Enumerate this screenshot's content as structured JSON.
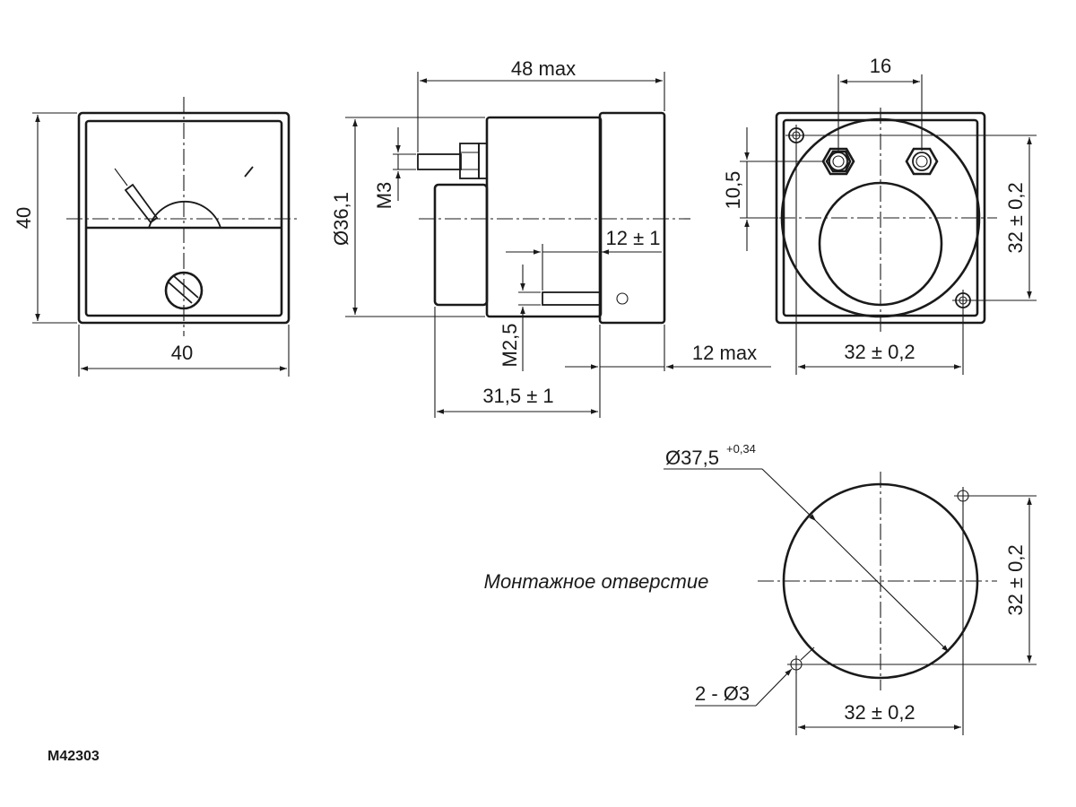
{
  "drawing": {
    "code": "M42303",
    "front_view": {
      "width_label": "40",
      "height_label": "40"
    },
    "side_view": {
      "total_length_label": "48 max",
      "diameter_label": "Ø36,1",
      "thread_m3_label": "M3",
      "thread_m25_label": "M2,5",
      "stud_length_label": "12 ± 1",
      "depth_max_label": "12 max",
      "body_length_label": "31,5 ± 1"
    },
    "rear_view": {
      "terminal_spacing_label": "16",
      "terminal_offset_label": "10,5",
      "hole_spacing_vertical_label": "32 ± 0,2",
      "hole_spacing_horizontal_label": "32 ± 0,2"
    },
    "mounting_cutout": {
      "caption": "Монтажное отверстие",
      "diameter_label": "Ø37,5",
      "diameter_tolerance": "+0,34",
      "holes_label": "2 - Ø3",
      "spacing_vertical_label": "32 ± 0,2",
      "spacing_horizontal_label": "32 ± 0,2"
    }
  }
}
